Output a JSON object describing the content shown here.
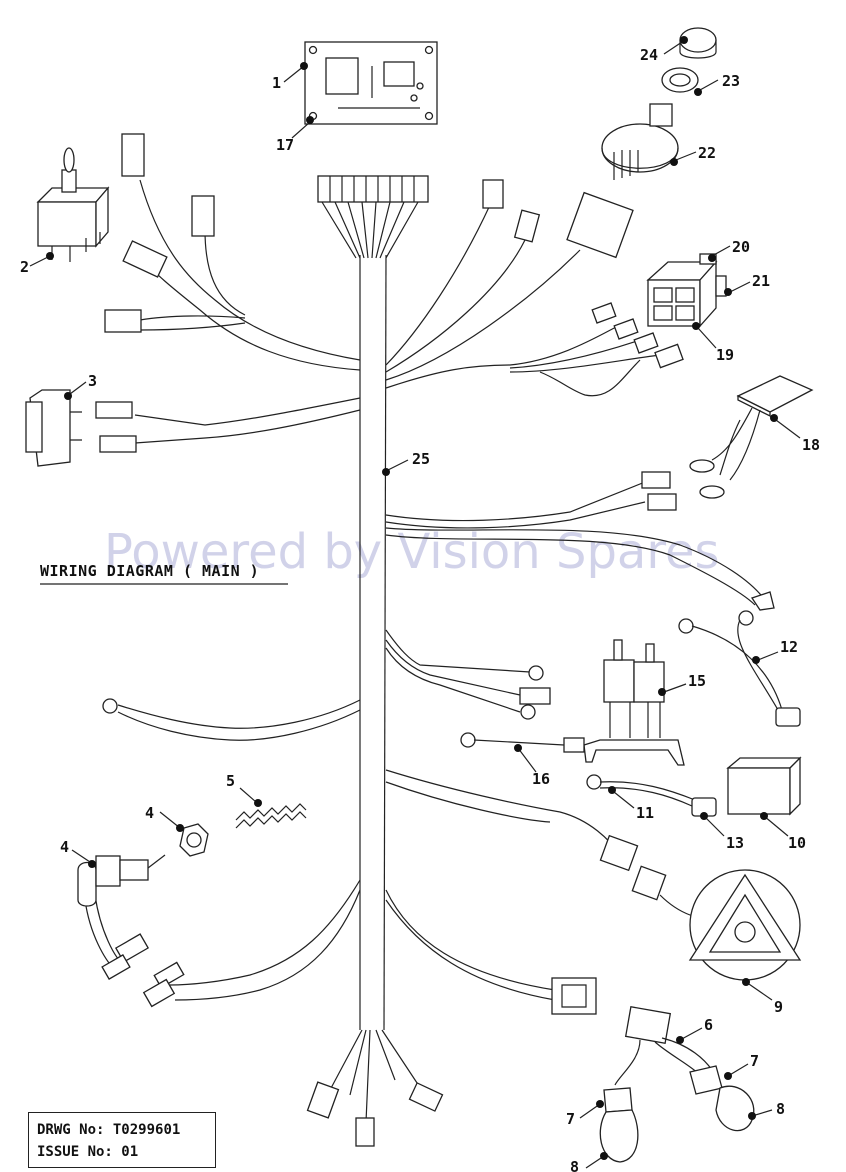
{
  "title": "WIRING DIAGRAM ( MAIN )",
  "watermark": "Powered by Vision Spares",
  "title_block": {
    "drawing_label": "DRWG No:",
    "drawing_number": "T0299601",
    "issue_label": "ISSUE No:",
    "issue_number": "01"
  },
  "callouts": {
    "c1": "1",
    "c2": "2",
    "c3": "3",
    "c4a": "4",
    "c4b": "4",
    "c5": "5",
    "c6": "6",
    "c7a": "7",
    "c7b": "7",
    "c8a": "8",
    "c8b": "8",
    "c9": "9",
    "c10": "10",
    "c11": "11",
    "c12": "12",
    "c13": "13",
    "c15": "15",
    "c16": "16",
    "c17": "17",
    "c18": "18",
    "c19": "19",
    "c20": "20",
    "c21": "21",
    "c22": "22",
    "c23": "23",
    "c24": "24",
    "c25": "25"
  }
}
